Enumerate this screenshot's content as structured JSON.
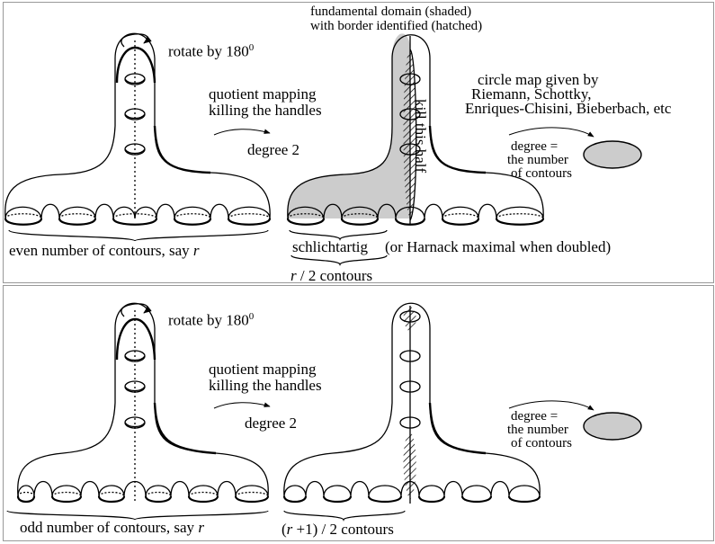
{
  "top": {
    "rotate": "rotate by 180",
    "rotate_deg": "0",
    "quotient_1": "quotient mapping",
    "quotient_2": "killing the handles",
    "degree": "degree 2",
    "fund_1": "fundamental domain (shaded)",
    "fund_2": "with border identified (hatched)",
    "kill": "kill this half",
    "circle_1": "circle map given by",
    "circle_2": "Riemann, Schottky,",
    "circle_3": "Enriques-Chisini, Bieberbach, etc",
    "deg_eq_1": "degree =",
    "deg_eq_2": "the number",
    "deg_eq_3": "of contours",
    "even_pre": "even number of contours, say ",
    "even_var": "r",
    "schlicht": "schlichtartig",
    "harnack": "(or Harnack maximal when doubled)",
    "half_var": "r",
    "half_rest": " / 2 contours"
  },
  "bottom": {
    "rotate": "rotate by 180",
    "rotate_deg": "0",
    "quotient_1": "quotient mapping",
    "quotient_2": "killing the handles",
    "degree": "degree 2",
    "deg_eq_1": "degree =",
    "deg_eq_2": "the number",
    "deg_eq_3": "of contours",
    "odd_pre": "odd number of contours, say ",
    "odd_var": "r",
    "half_open": "(",
    "half_var": "r",
    "half_rest": " +1) / 2 contours"
  },
  "colors": {
    "shade": "#cccccc",
    "ink": "#000000",
    "frame": "#999999"
  }
}
